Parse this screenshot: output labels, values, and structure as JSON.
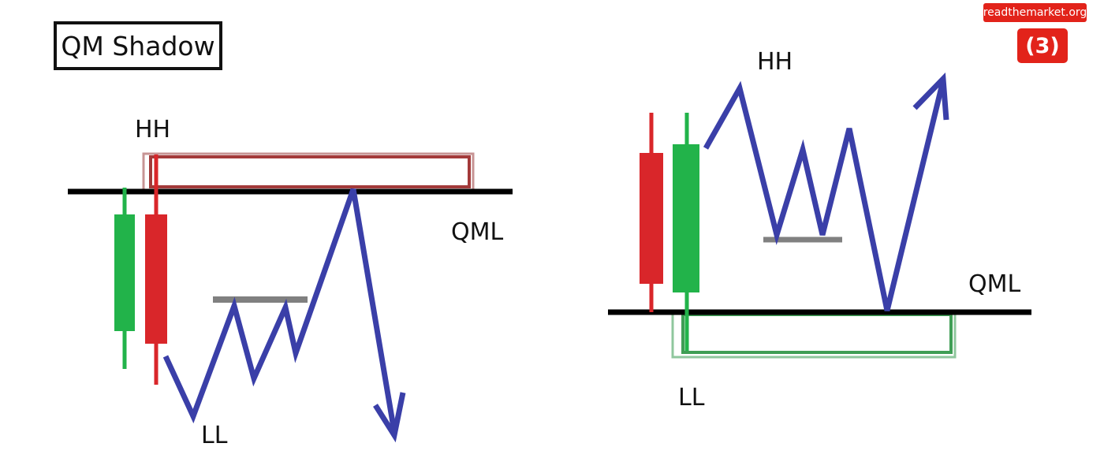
{
  "title": "QM Shadow",
  "watermark": {
    "site": "readthemarket.org",
    "figure_number": "(3)"
  },
  "left_panel": {
    "hh_label": "HH",
    "ll_label": "LL",
    "qml_label": "QML"
  },
  "right_panel": {
    "hh_label": "HH",
    "ll_label": "LL",
    "qml_label": "QML"
  },
  "colors": {
    "bullish_candle": "#22b34a",
    "bearish_candle": "#d9262a",
    "price_path": "#3a3fa8",
    "qml_line": "#000000",
    "minor_level": "#808080",
    "bearish_zone": "#a33a3a",
    "bullish_zone": "#3f9e55",
    "badge": "#e2231a"
  }
}
